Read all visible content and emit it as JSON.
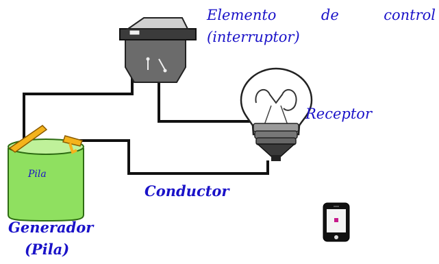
{
  "labels": {
    "control_word_1": "Elemento",
    "control_word_2": "de",
    "control_word_3": "control",
    "control_line_2": "(interruptor)",
    "receptor": "Receptor",
    "conductor": "Conductor",
    "generator_line_1": "Generador",
    "generator_line_2": "(Pila)",
    "battery_text": "Pila"
  },
  "colors": {
    "label_text": "#1a12c8",
    "wire": "#111111",
    "battery_body": "#8fe060",
    "terminal": "#f4b31c",
    "switch_body": "#6a6a6a",
    "bulb_base": "#555555"
  },
  "icons": {
    "phone": "mobile-phone-icon"
  }
}
